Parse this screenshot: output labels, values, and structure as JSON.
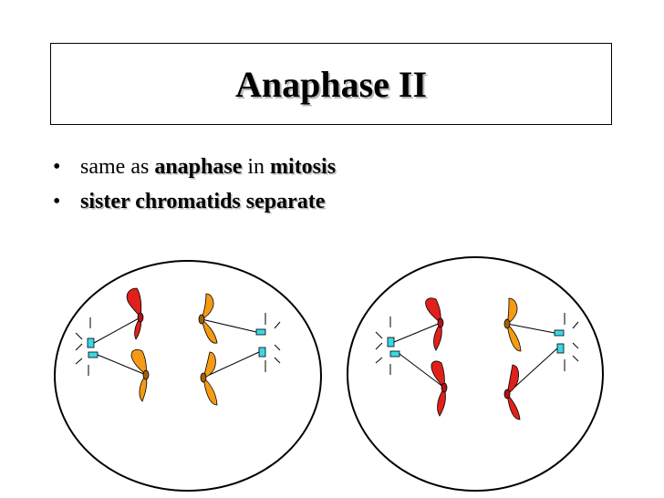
{
  "slide": {
    "title": "Anaphase II",
    "bullets": [
      {
        "parts": [
          "same as ",
          "anaphase",
          " in ",
          "mitosis"
        ]
      },
      {
        "parts": [
          "sister chromatids separate"
        ]
      }
    ]
  },
  "diagram": {
    "cells": [
      "cell-left",
      "cell-right"
    ],
    "colors": {
      "cell_outline": "#000000",
      "chromatid_red": "#e0201a",
      "chromatid_orange": "#f59a14",
      "centriole": "#3cd7e6",
      "spindle_line": "#000000"
    }
  }
}
